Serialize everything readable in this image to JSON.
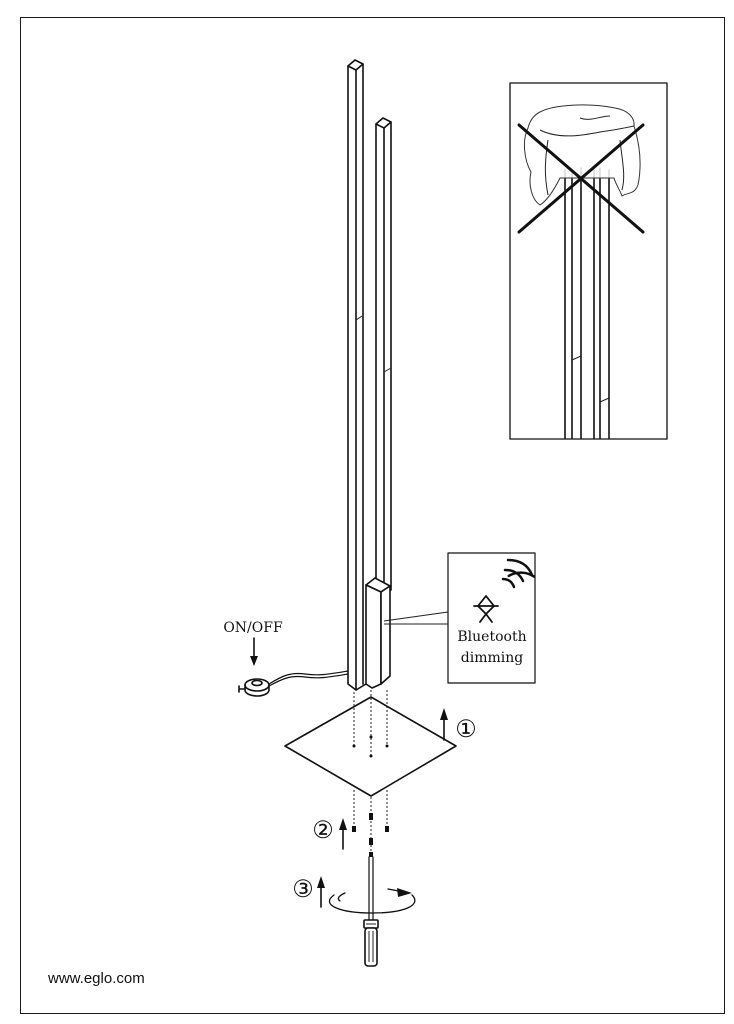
{
  "document": {
    "type": "assembly-instruction",
    "footer_url": "www.eglo.com"
  },
  "labels": {
    "switch": "ON/OFF",
    "bluetooth_line1": "Bluetooth",
    "bluetooth_line2": "dimming"
  },
  "steps": [
    {
      "number": "1",
      "glyph": "①",
      "action": "lift base plate up onto lamp posts"
    },
    {
      "number": "2",
      "glyph": "②",
      "action": "insert screws upward"
    },
    {
      "number": "3",
      "glyph": "③",
      "action": "tighten with screwdriver (rotate)"
    }
  ],
  "inset": {
    "meaning": "do-not-cover-lamp",
    "mark": "cross"
  },
  "icons": {
    "bluetooth": "bluetooth-icon",
    "signal": "signal-waves-icon",
    "switch": "foot-switch-icon",
    "screwdriver": "screwdriver-icon"
  }
}
